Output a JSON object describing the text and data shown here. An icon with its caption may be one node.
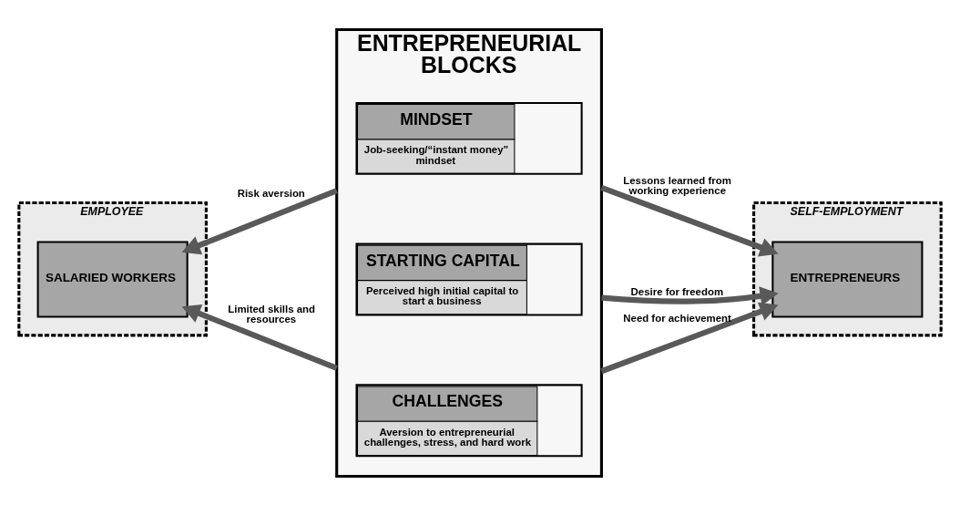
{
  "diagram": {
    "nodes": [
      {
        "text": [
          "EMPLOYEE"
        ]
      },
      {
        "text": [
          "SALARIED WORKERS"
        ],
        "in": 0
      },
      {
        "text": [
          "ENTREPRENEURIAL BLOCKS"
        ]
      },
      {
        "text": [
          "MINDSET",
          "Job-seeking/“instant money” mindset"
        ],
        "in": 2
      },
      {
        "text": [
          "STARTING CAPITAL",
          "Perceived high initial capital to start a business"
        ],
        "in": 2
      },
      {
        "text": [
          "CHALLENGES",
          "Aversion to entrepreneurial challenges, stress, and hard work"
        ],
        "in": 2
      },
      {
        "text": [
          "SELF-EMPLOYMENT"
        ]
      },
      {
        "text": [
          "ENTREPRENEURS"
        ],
        "in": 6
      }
    ],
    "edges": [
      {
        "from": 2,
        "to": 1,
        "arrow": "to",
        "label": "Risk aversion"
      },
      {
        "from": 2,
        "to": 1,
        "arrow": "to",
        "label": "Limited skills and resources"
      },
      {
        "from": 2,
        "to": 7,
        "arrow": "to",
        "label": "Lessons learned from working experience"
      },
      {
        "from": 2,
        "to": 7,
        "arrow": "to",
        "label": "Desire for freedom"
      },
      {
        "from": 2,
        "to": 7,
        "arrow": "to",
        "label": "Need for achievement"
      }
    ]
  }
}
